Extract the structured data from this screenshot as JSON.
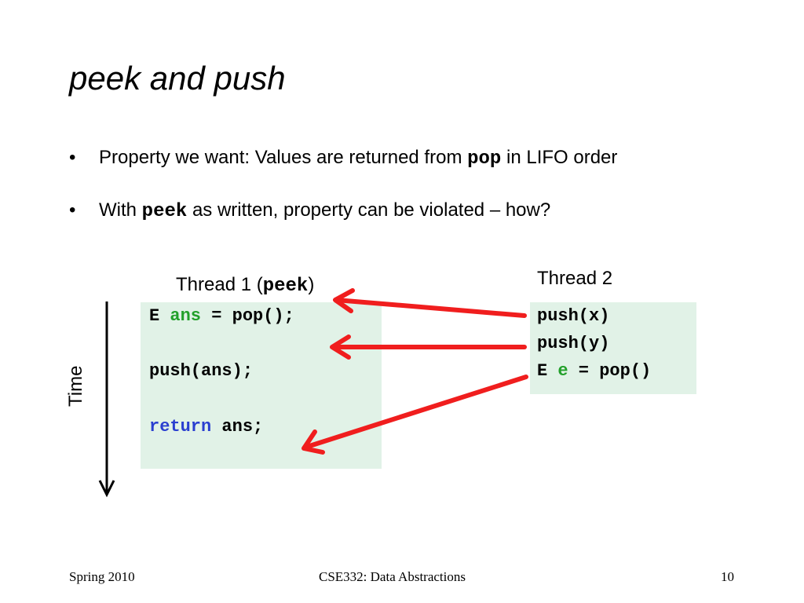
{
  "slide": {
    "title": "peek and push",
    "bullets": [
      {
        "marker": "•",
        "before": "Property we want: Values are returned from ",
        "code": "pop",
        "after": " in LIFO order"
      },
      {
        "marker": "•",
        "before": "With ",
        "code": "peek",
        "after": " as written, property can be violated – how?"
      }
    ],
    "thread1": {
      "label_before": "Thread 1 (",
      "label_code": "peek",
      "label_after": ")",
      "lines": [
        {
          "kw": "E ",
          "var": "ans",
          "rest": " = pop();"
        },
        {
          "text": "push(ans);"
        },
        {
          "kw": "return",
          "rest": " ans;"
        }
      ]
    },
    "thread2": {
      "label": "Thread 2",
      "lines": [
        {
          "text": "push(x)"
        },
        {
          "text": "push(y)"
        },
        {
          "kw": "E ",
          "var": "e",
          "rest": " = pop()"
        }
      ]
    },
    "time_label": "Time",
    "colors": {
      "code_bg": "#e1f2e7",
      "arrow": "#f01e1e",
      "keyword_green": "#22a02a",
      "keyword_blue": "#2a3fd0"
    }
  },
  "footer": {
    "left": "Spring 2010",
    "center": "CSE332: Data Abstractions",
    "right": "10"
  }
}
